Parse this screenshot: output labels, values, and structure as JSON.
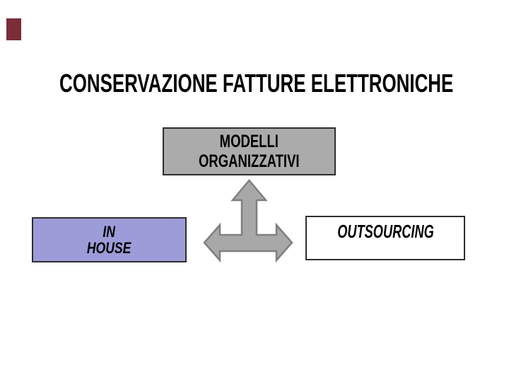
{
  "slide": {
    "background_color": "#FFFFFF",
    "text_color": "#000000",
    "corner_mark": {
      "icon": "corner-photo-fragment",
      "color": "#7A2E38"
    },
    "title": "CONSERVAZIONE FATTURE ELETTRONICHE",
    "boxes": {
      "modelli": {
        "lines": {
          "0": "MODELLI",
          "1": "ORGANIZZATIVI"
        },
        "fill": "#ABABAB",
        "border": "#2E2E2E"
      },
      "in_house": {
        "lines": {
          "0": "IN",
          "1": "HOUSE"
        },
        "fill": "#9C9CD9",
        "border": "#2E2E2E"
      },
      "outsourcing": {
        "label": "OUTSOURCING",
        "fill": "#FFFFFF",
        "border": "#2E2E2E"
      }
    },
    "arrow": {
      "icon": "three-way-arrow",
      "fill": "#A8A8A8",
      "stroke": "#7F7F7F"
    }
  }
}
